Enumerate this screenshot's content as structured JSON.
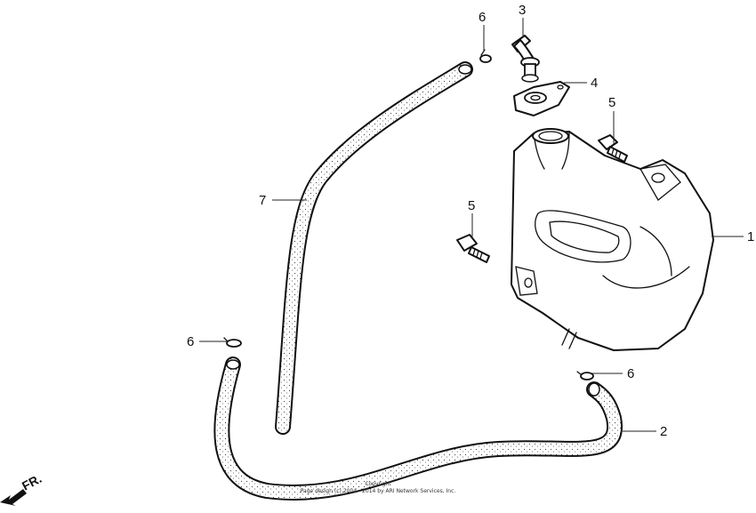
{
  "callouts": {
    "c1": "1",
    "c2": "2",
    "c3": "3",
    "c4": "4",
    "c5a": "5",
    "c5b": "5",
    "c6a": "6",
    "c6b": "6",
    "c6c": "6",
    "c7": "7"
  },
  "direction_label": "FR.",
  "copyright": {
    "line1": "Copyright",
    "line2": "Page design (c) 2004 - 2014 by ARI Network Services, Inc."
  }
}
